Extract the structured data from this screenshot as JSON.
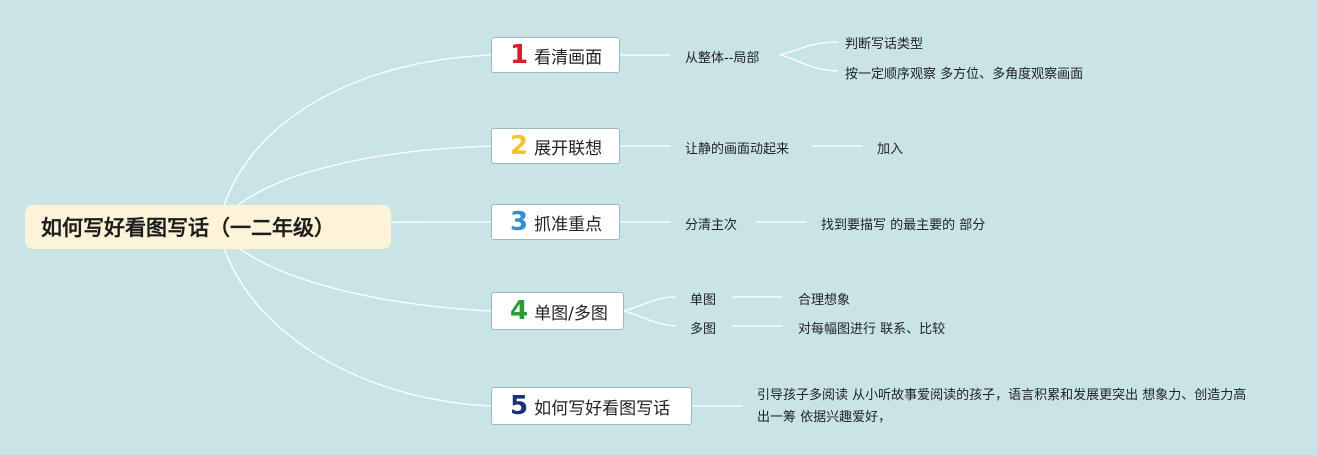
{
  "root": {
    "title": "如何写好看图写话（一二年级）"
  },
  "branches": [
    {
      "num": "1",
      "num_color": "#d4202e",
      "label": "看清画面",
      "sub": "从整体--局部",
      "leaves": [
        "判断写话类型",
        "按一定顺序观察 多方位、多角度观察画面"
      ]
    },
    {
      "num": "2",
      "num_color": "#f4c430",
      "label": "展开联想",
      "sub": "让静的画面动起来",
      "leaves": [
        "加入"
      ]
    },
    {
      "num": "3",
      "num_color": "#2e8fd6",
      "label": "抓准重点",
      "sub": "分清主次",
      "leaves": [
        "找到要描写 的最主要的 部分"
      ]
    },
    {
      "num": "4",
      "num_color": "#2e9a3a",
      "label": "单图/多图",
      "subs": [
        {
          "label": "单图",
          "leaf": "合理想象"
        },
        {
          "label": "多图",
          "leaf": "对每幅图进行 联系、比较"
        }
      ]
    },
    {
      "num": "5",
      "num_color": "#1e2f7a",
      "label": "如何写好看图写话",
      "leaf_long": "引导孩子多阅读 从小听故事爱阅读的孩子，语言积累和发展更突出 想象力、创造力高出一筹 依据兴趣爱好，"
    }
  ],
  "colors": {
    "background": "#c9e4e6",
    "line": "#ffffff",
    "root_fill": "#fdf3d9"
  }
}
